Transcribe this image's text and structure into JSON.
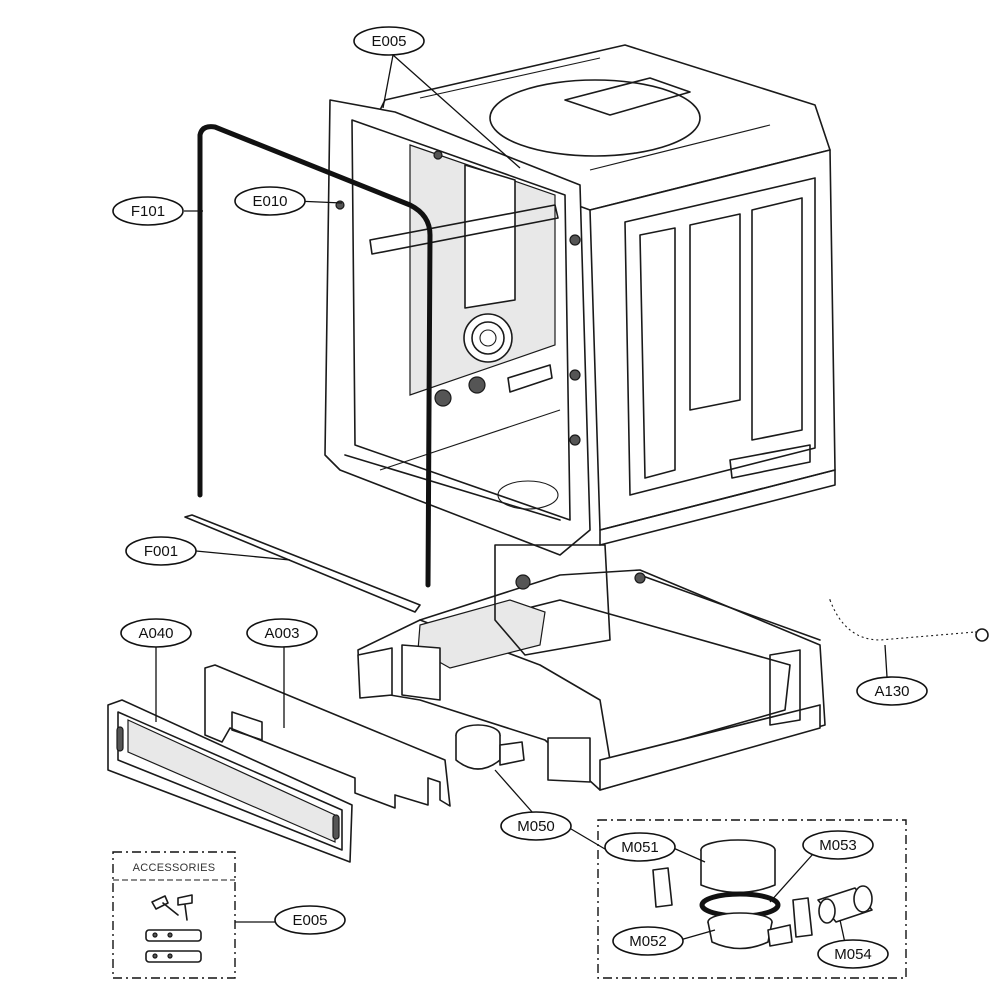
{
  "callouts": [
    {
      "id": "e005_top",
      "label": "E005"
    },
    {
      "id": "f101",
      "label": "F101"
    },
    {
      "id": "e010",
      "label": "E010"
    },
    {
      "id": "f001",
      "label": "F001"
    },
    {
      "id": "a040",
      "label": "A040"
    },
    {
      "id": "a003",
      "label": "A003"
    },
    {
      "id": "a130",
      "label": "A130"
    },
    {
      "id": "m050",
      "label": "M050"
    },
    {
      "id": "m051",
      "label": "M051"
    },
    {
      "id": "m053",
      "label": "M053"
    },
    {
      "id": "m052",
      "label": "M052"
    },
    {
      "id": "m054",
      "label": "M054"
    },
    {
      "id": "e005_acc",
      "label": "E005"
    }
  ],
  "accessories": {
    "title": "ACCESSORIES"
  }
}
